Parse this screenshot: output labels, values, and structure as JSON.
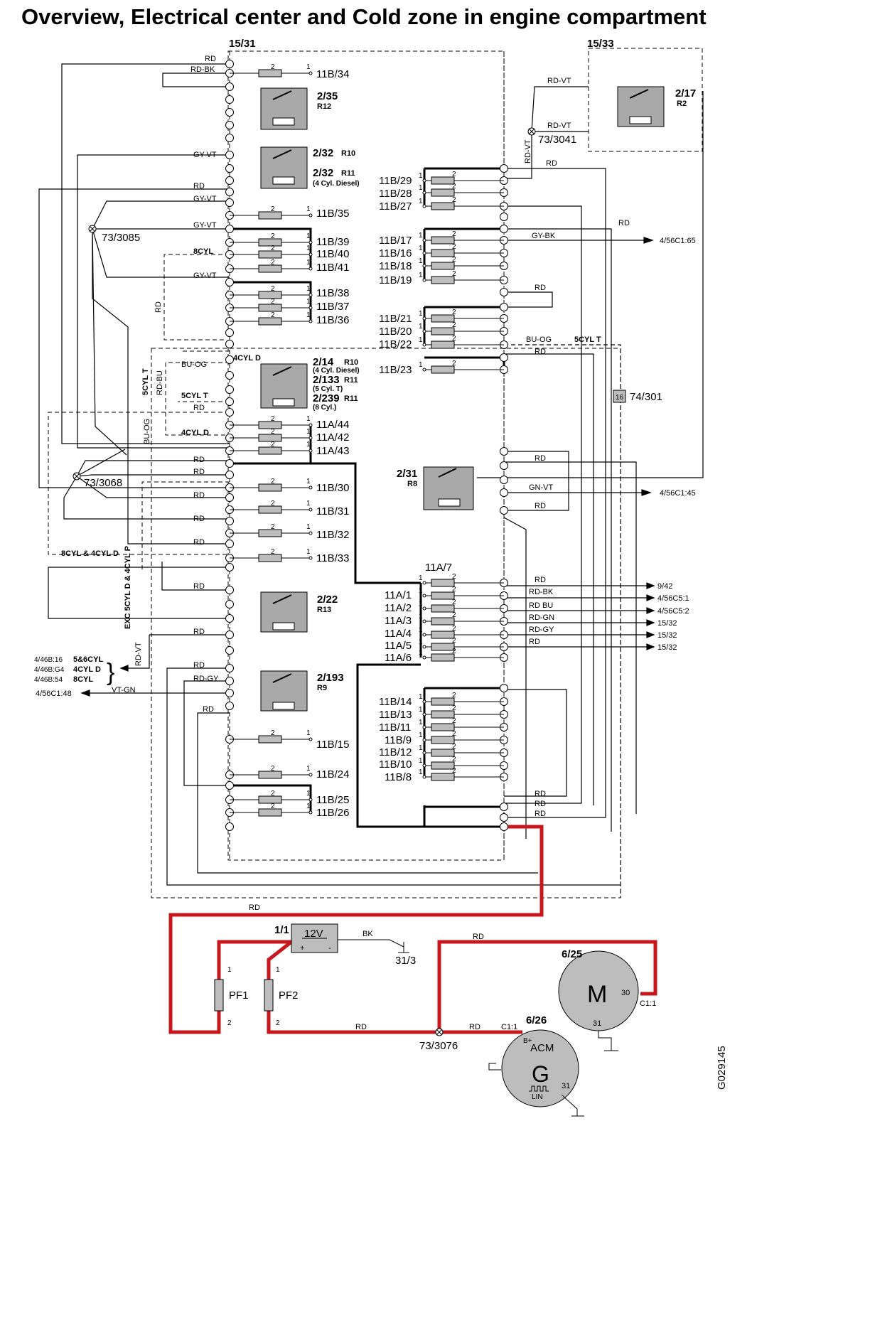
{
  "title": "Overview, Electrical center and Cold zone in engine compartment",
  "figure_code": "G029145",
  "colors": {
    "wire": "#000000",
    "highlight": "#cc1f1f",
    "relay_fill": "#a9a9a9",
    "component_fill": "#bdbdbd"
  },
  "modules": {
    "main": "15/31",
    "r2box": "15/33"
  },
  "relays": [
    {
      "id": "2/35",
      "sub": "R12"
    },
    {
      "id": "2/32",
      "sub": "R10"
    },
    {
      "id": "2/32",
      "sub": "R11",
      "note": "(4 Cyl. Diesel)"
    },
    {
      "id": "2/14",
      "sub": "R10",
      "note": "(4 Cyl. Diesel)"
    },
    {
      "id": "2/133",
      "sub": "R11",
      "note": "(5 Cyl. T)"
    },
    {
      "id": "2/239",
      "sub": "R11",
      "note": "(8 Cyl.)"
    },
    {
      "id": "2/22",
      "sub": "R13"
    },
    {
      "id": "2/193",
      "sub": "R9"
    },
    {
      "id": "2/17",
      "sub": "R2"
    },
    {
      "id": "2/31",
      "sub": "R8"
    }
  ],
  "fuses_left": [
    "11B/34",
    "11B/35",
    "11B/39",
    "11B/40",
    "11B/41",
    "11B/38",
    "11B/37",
    "11B/36",
    "11A/44",
    "11A/42",
    "11A/43",
    "11B/30",
    "11B/31",
    "11B/32",
    "11B/33",
    "11B/15",
    "11B/24",
    "11B/25",
    "11B/26"
  ],
  "fuses_right": [
    "11B/29",
    "11B/28",
    "11B/27",
    "11B/17",
    "11B/16",
    "11B/18",
    "11B/19",
    "11B/21",
    "11B/20",
    "11B/22",
    "11B/23",
    "11A/7",
    "11A/1",
    "11A/2",
    "11A/3",
    "11A/4",
    "11A/5",
    "11A/6",
    "11B/14",
    "11B/13",
    "11B/11",
    "11B/9",
    "11B/12",
    "11B/10",
    "11B/8"
  ],
  "splices": [
    "73/3085",
    "73/3068",
    "73/3041",
    "73/3076"
  ],
  "wires": [
    "RD",
    "RD-BK",
    "GY-VT",
    "8CYL",
    "4CYL D",
    "BU-OG",
    "5CYL T",
    "RD-BU",
    "8CYL & 4CYL D",
    "EXC 5CYL D & 4CYL P",
    "RD-VT",
    "RD-GY",
    "VT-GN",
    "GY-BK",
    "GN-VT",
    "RD-GN",
    "RD BU",
    "BK"
  ],
  "connectors": [
    "4/56C1:65",
    "4/56C1:45",
    "9/42",
    "4/56C5:1",
    "4/56C5:2",
    "15/32",
    "15/32",
    "15/32",
    "4/56C1:48"
  ],
  "ecm_refs": [
    "4/46B:16",
    "4/46B:G4",
    "4/46B:54"
  ],
  "ecm_variants": [
    "5&6CYL",
    "4CYL D",
    "8CYL"
  ],
  "sensor": {
    "box": "16",
    "id": "74/301"
  },
  "battery": {
    "id": "1/1",
    "voltage": "12V",
    "plus": "+",
    "minus": "-"
  },
  "prefuses": [
    "PF1",
    "PF2"
  ],
  "ground": "31/3",
  "motor": {
    "id": "6/25",
    "symbol": "M",
    "pin_in": "30",
    "pin_gnd": "31",
    "conn": "C1:1"
  },
  "generator": {
    "id": "6/26",
    "symbol": "G",
    "label": "ACM",
    "pin": "B+",
    "conn": "C1:1",
    "lin": "LIN",
    "pin_gnd": "31"
  }
}
